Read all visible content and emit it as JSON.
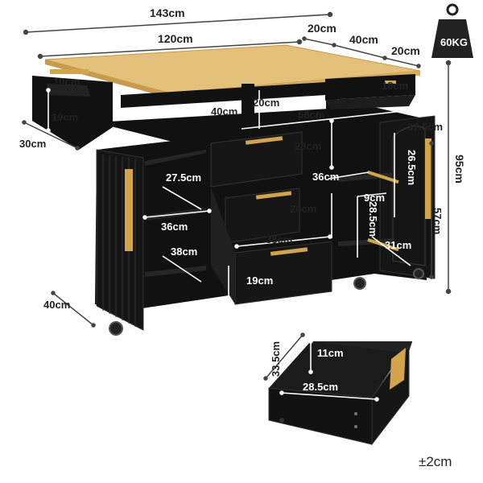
{
  "product": {
    "weight_capacity": "60KG",
    "tolerance": "±2cm",
    "colors": {
      "body": "#111111",
      "wood_top": "#e4c07a",
      "handle_gold": "#d2a44c",
      "line": "#444444",
      "weight_icon": "#222222"
    }
  },
  "dimensions": {
    "overall_width": "143cm",
    "top_width": "120cm",
    "ext_left": "20cm",
    "depth_top": "40cm",
    "ext_right": "20cm",
    "height_total": "95cm",
    "rack_width": "10cm",
    "rack_height": "19cm",
    "side_depth": "30cm",
    "drawer_right_height": "18cm",
    "shelf_depth": "40cm",
    "shelf_height": "20cm",
    "center_width": "58cm",
    "right_cab_width": "37.5cm",
    "drawer1_height": "28cm",
    "door_height": "26.5cm",
    "left_shelf_depth": "27.5cm",
    "right_inner_width": "36cm",
    "right_shelf_top": "9cm",
    "left_inner_width": "36cm",
    "drawer2_height": "28cm",
    "right_shelf_height": "28.5cm",
    "cabinet_height": "57cm",
    "left_lower_depth": "38cm",
    "drawer3_width": "38cm",
    "right_lower_depth": "31cm",
    "drawer3_height": "19cm",
    "base_depth": "40cm",
    "drawer_depth": "33.5cm",
    "drawer_inner_height": "11cm",
    "drawer_inner_width": "28.5cm"
  }
}
